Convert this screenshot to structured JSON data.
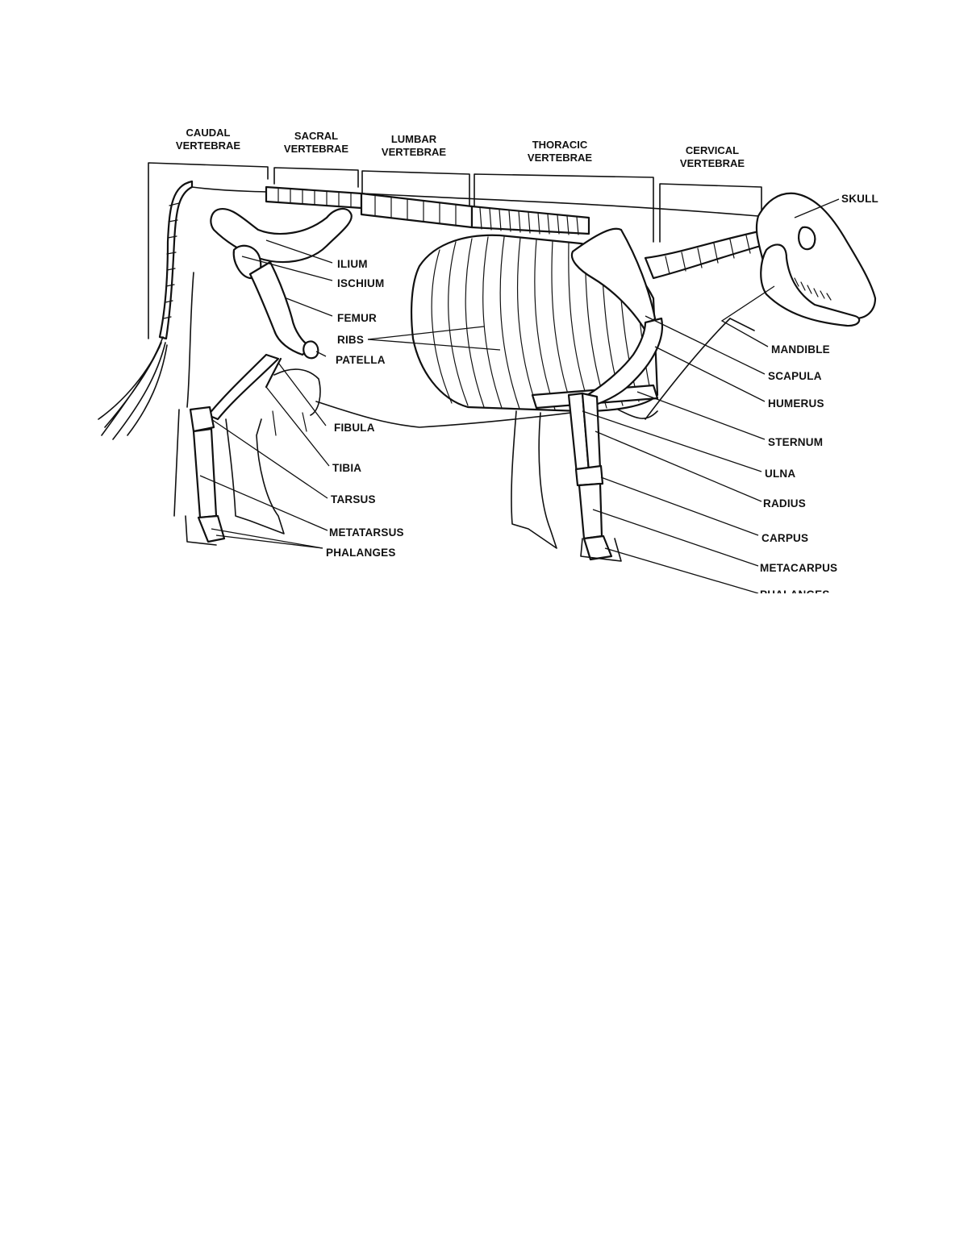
{
  "headers": {
    "caudal": [
      "CAUDAL",
      "VERTEBRAE"
    ],
    "sacral": [
      "SACRAL",
      "VERTEBRAE"
    ],
    "lumbar": [
      "LUMBAR",
      "VERTEBRAE"
    ],
    "thoracic": [
      "THORACIC",
      "VERTEBRAE"
    ],
    "cervical": [
      "CERVICAL",
      "VERTEBRAE"
    ]
  },
  "labels": {
    "skull": "SKULL",
    "ilium": "ILIUM",
    "ischium": "ISCHIUM",
    "femur": "FEMUR",
    "ribs": "RIBS",
    "patella": "PATELLA",
    "fibula": "FIBULA",
    "tibia": "TIBIA",
    "tarsus": "TARSUS",
    "metatarsus": "METATARSUS",
    "phalanges_hind": "PHALANGES",
    "mandible": "MANDIBLE",
    "scapula": "SCAPULA",
    "humerus": "HUMERUS",
    "sternum": "STERNUM",
    "ulna": "ULNA",
    "radius": "RADIUS",
    "carpus": "CARPUS",
    "metacarpus": "METACARPUS",
    "phalanges_fore": "PHALANGES"
  }
}
